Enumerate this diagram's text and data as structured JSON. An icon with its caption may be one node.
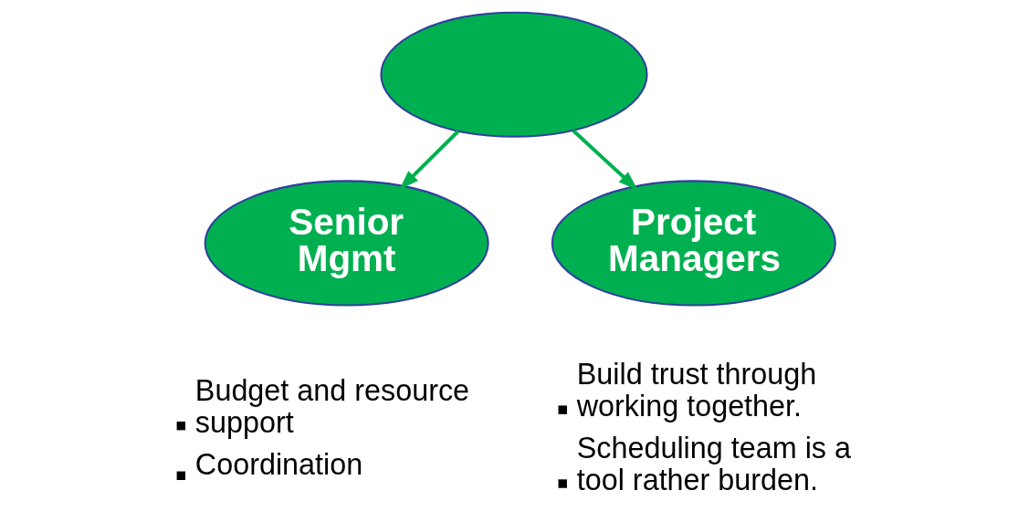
{
  "diagram": {
    "nodes": [
      {
        "text": [],
        "shape": "ellipse"
      },
      {
        "text": [
          "Senior Mgmt"
        ],
        "beside": [
          "Budget and resource support",
          "Coordination"
        ]
      },
      {
        "text": [
          "Project Managers"
        ],
        "beside": [
          "Build trust through working together.",
          "Scheduling team is a tool rather burden."
        ]
      }
    ],
    "edges": [
      {
        "from": 0,
        "to": 1,
        "arrow": "to"
      },
      {
        "from": 0,
        "to": 2,
        "arrow": "to"
      }
    ]
  }
}
